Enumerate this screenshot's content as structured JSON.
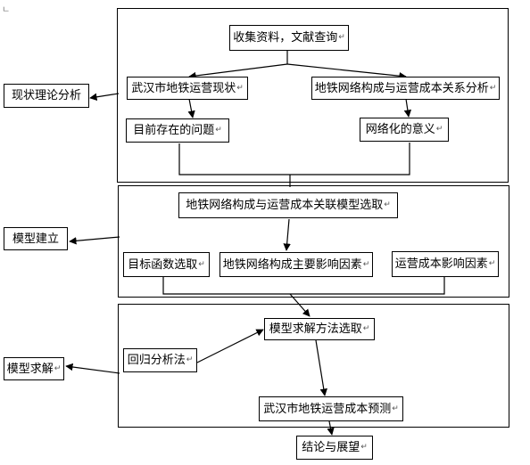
{
  "paragraph_mark": "↵",
  "corner_mark": "ㄴ",
  "sections": {
    "analysis": {
      "label": "现状理论分析",
      "collect": "收集资料，文献查询",
      "wuhan_status": "武汉市地铁运营现状",
      "network_cost_analysis": "地铁网络构成与运营成本关系分析",
      "current_problems": "目前存在的问题",
      "networking_significance": "网络化的意义"
    },
    "model_build": {
      "label": "模型建立",
      "model_selection": "地铁网络构成与运营成本关联模型选取",
      "objective_function": "目标函数选取",
      "network_factors": "地铁网络构成主要影响因素",
      "cost_factors": "运营成本影响因素"
    },
    "model_solve": {
      "label": "模型求解",
      "method_selection": "模型求解方法选取",
      "regression": "回归分析法",
      "cost_forecast": "武汉市地铁运营成本预测"
    },
    "conclusion": "结论与展望"
  }
}
